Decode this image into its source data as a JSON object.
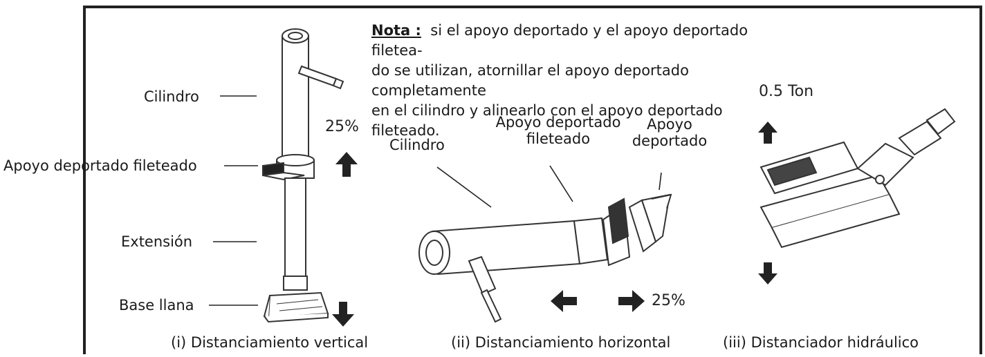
{
  "note": {
    "title": "Nota :",
    "line1": "si el apoyo deportado y el apoyo deportado filetea-",
    "line2": "do se utilizan, atornillar el apoyo deportado completamente",
    "line3": "en el cilindro y alinearlo con el apoyo deportado fileteado."
  },
  "vertical": {
    "labels": {
      "cylinder": "Cilindro",
      "threaded_saddle": "Apoyo deportado fileteado",
      "extension": "Extensión",
      "flat_base": "Base llana"
    },
    "percent": "25%",
    "caption": "(i) Distanciamiento vertical"
  },
  "horizontal": {
    "labels": {
      "cylinder": "Cilindro",
      "threaded_saddle_line1": "Apoyo deportado",
      "threaded_saddle_line2": "fileteado",
      "saddle_line1": "Apoyo",
      "saddle_line2": "deportado"
    },
    "percent": "25%",
    "caption": "(ii) Distanciamiento horizontal"
  },
  "hydraulic": {
    "capacity": "0.5 Ton",
    "caption": "(iii) Distanciador hidráulico"
  }
}
